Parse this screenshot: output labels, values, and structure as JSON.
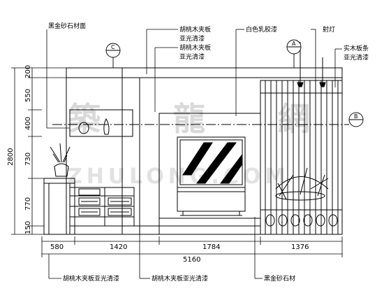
{
  "labels": {
    "top_left_stone": "黑金砂石材面",
    "top_walnut_1": "胡桃木夹板",
    "top_walnut_1b": "亚光清漆",
    "top_walnut_2": "胡桃木夹板",
    "top_walnut_2b": "亚光清漆",
    "top_latex": "白色乳胶漆",
    "top_spotlight": "射灯",
    "top_solid_1": "实木板条",
    "top_solid_2": "亚光清漆",
    "bottom_walnut_1": "胡桃木夹板亚光清漆",
    "bottom_walnut_2": "胡桃木夹板亚光清漆",
    "bottom_stone": "黑金砂石材"
  },
  "bubbles": {
    "c_top": "C",
    "a_top": "A",
    "b_right": "B"
  },
  "dimensions": {
    "horizontal": [
      "580",
      "1420",
      "1784",
      "1376"
    ],
    "total": "5160",
    "vertical": [
      "200",
      "550",
      "400",
      "730",
      "770",
      "150"
    ],
    "vertical_total": "2800"
  },
  "watermark": {
    "chars": [
      "築",
      "龍",
      "網"
    ],
    "latin": "ZHULONG.COM"
  }
}
